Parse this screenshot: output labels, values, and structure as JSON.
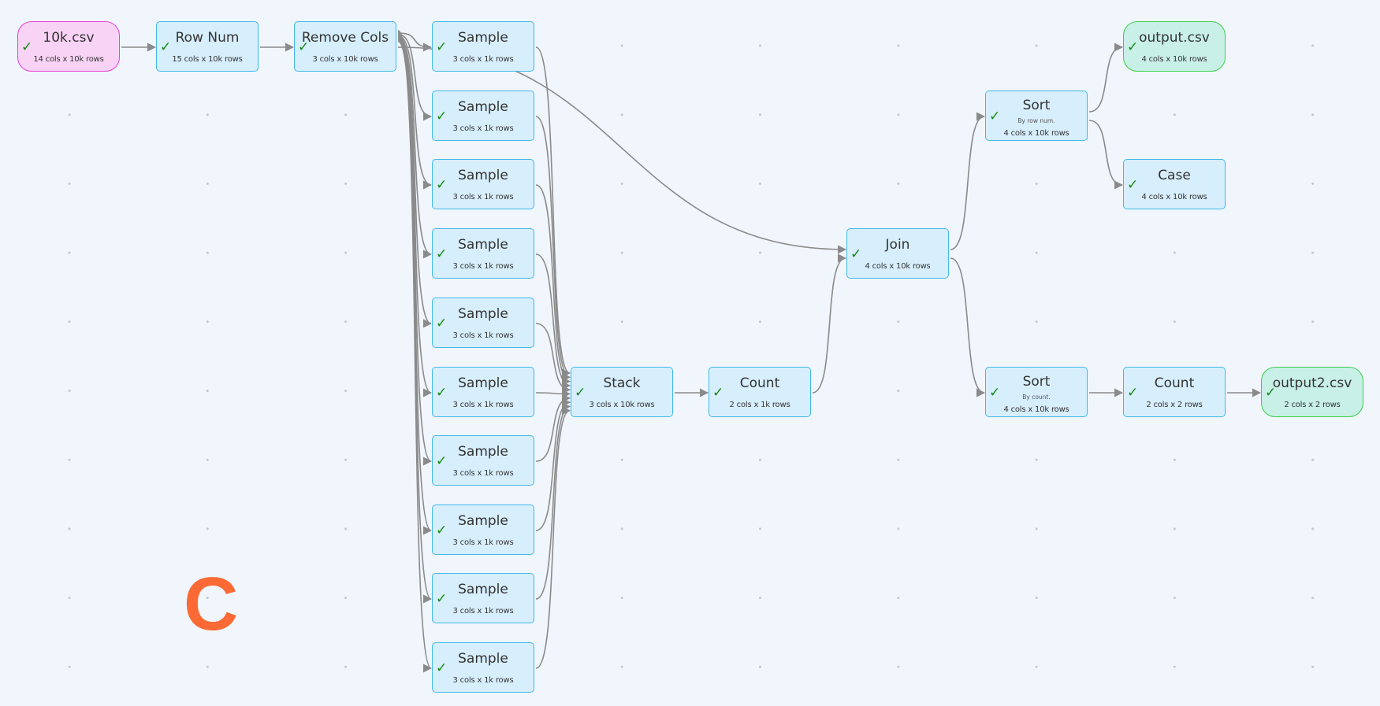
{
  "nodes": [
    {
      "id": "n_10k",
      "type": "input",
      "title": "10k.csv",
      "sub": "14 cols x 10k rows",
      "status": "check-icon",
      "col": 0,
      "row": 0
    },
    {
      "id": "n_rownum",
      "type": "transform",
      "title": "Row Num",
      "sub": "15 cols x 10k rows",
      "status": "check-icon",
      "col": 1,
      "row": 0
    },
    {
      "id": "n_remove",
      "type": "transform",
      "title": "Remove Cols",
      "sub": "3 cols x 10k rows",
      "status": "check-icon",
      "col": 2,
      "row": 0
    },
    {
      "id": "n_s1",
      "type": "transform",
      "title": "Sample",
      "sub": "3 cols x 1k rows",
      "status": "check-icon",
      "col": 3,
      "row": 0
    },
    {
      "id": "n_s2",
      "type": "transform",
      "title": "Sample",
      "sub": "3 cols x 1k rows",
      "status": "check-icon",
      "col": 3,
      "row": 1
    },
    {
      "id": "n_s3",
      "type": "transform",
      "title": "Sample",
      "sub": "3 cols x 1k rows",
      "status": "check-icon",
      "col": 3,
      "row": 2
    },
    {
      "id": "n_s4",
      "type": "transform",
      "title": "Sample",
      "sub": "3 cols x 1k rows",
      "status": "check-icon",
      "col": 3,
      "row": 3
    },
    {
      "id": "n_s5",
      "type": "transform",
      "title": "Sample",
      "sub": "3 cols x 1k rows",
      "status": "check-icon",
      "col": 3,
      "row": 4
    },
    {
      "id": "n_s6",
      "type": "transform",
      "title": "Sample",
      "sub": "3 cols x 1k rows",
      "status": "check-icon",
      "col": 3,
      "row": 5
    },
    {
      "id": "n_s7",
      "type": "transform",
      "title": "Sample",
      "sub": "3 cols x 1k rows",
      "status": "check-icon",
      "col": 3,
      "row": 6
    },
    {
      "id": "n_s8",
      "type": "transform",
      "title": "Sample",
      "sub": "3 cols x 1k rows",
      "status": "check-icon",
      "col": 3,
      "row": 7
    },
    {
      "id": "n_s9",
      "type": "transform",
      "title": "Sample",
      "sub": "3 cols x 1k rows",
      "status": "check-icon",
      "col": 3,
      "row": 8
    },
    {
      "id": "n_s10",
      "type": "transform",
      "title": "Sample",
      "sub": "3 cols x 1k rows",
      "status": "check-icon",
      "col": 3,
      "row": 9
    },
    {
      "id": "n_stack",
      "type": "transform",
      "title": "Stack",
      "sub": "3 cols x 10k rows",
      "status": "check-icon",
      "col": 4,
      "row": 5
    },
    {
      "id": "n_count1",
      "type": "transform",
      "title": "Count",
      "sub": "2 cols x 1k rows",
      "status": "check-icon",
      "col": 5,
      "row": 5
    },
    {
      "id": "n_join",
      "type": "transform",
      "title": "Join",
      "sub": "4 cols x 10k rows",
      "status": "check-icon",
      "col": 6,
      "row": 3
    },
    {
      "id": "n_sort1",
      "type": "transform",
      "title": "Sort",
      "desc": "By row num.",
      "sub": "4 cols x 10k rows",
      "status": "check-icon",
      "col": 7,
      "row": 1
    },
    {
      "id": "n_out1",
      "type": "output",
      "title": "output.csv",
      "sub": "4 cols x 10k rows",
      "status": "check-icon",
      "col": 8,
      "row": 0
    },
    {
      "id": "n_case",
      "type": "transform",
      "title": "Case",
      "sub": "4 cols x 10k rows",
      "status": "check-icon",
      "col": 8,
      "row": 2
    },
    {
      "id": "n_sort2",
      "type": "transform",
      "title": "Sort",
      "desc": "By count.",
      "sub": "4 cols x 10k rows",
      "status": "check-icon",
      "col": 7,
      "row": 5
    },
    {
      "id": "n_count2",
      "type": "transform",
      "title": "Count",
      "sub": "2 cols x 2 rows",
      "status": "check-icon",
      "col": 8,
      "row": 5
    },
    {
      "id": "n_out2",
      "type": "output",
      "title": "output2.csv",
      "sub": "2 cols x 2 rows",
      "status": "check-icon",
      "col": 9,
      "row": 5
    }
  ],
  "edges": [
    [
      "n_10k",
      "n_rownum"
    ],
    [
      "n_rownum",
      "n_remove"
    ],
    [
      "n_remove",
      "n_s1"
    ],
    [
      "n_remove",
      "n_s2"
    ],
    [
      "n_remove",
      "n_s3"
    ],
    [
      "n_remove",
      "n_s4"
    ],
    [
      "n_remove",
      "n_s5"
    ],
    [
      "n_remove",
      "n_s6"
    ],
    [
      "n_remove",
      "n_s7"
    ],
    [
      "n_remove",
      "n_s8"
    ],
    [
      "n_remove",
      "n_s9"
    ],
    [
      "n_remove",
      "n_s10"
    ],
    [
      "n_s1",
      "n_stack"
    ],
    [
      "n_s2",
      "n_stack"
    ],
    [
      "n_s3",
      "n_stack"
    ],
    [
      "n_s4",
      "n_stack"
    ],
    [
      "n_s5",
      "n_stack"
    ],
    [
      "n_s6",
      "n_stack"
    ],
    [
      "n_s7",
      "n_stack"
    ],
    [
      "n_s8",
      "n_stack"
    ],
    [
      "n_s9",
      "n_stack"
    ],
    [
      "n_s10",
      "n_stack"
    ],
    [
      "n_stack",
      "n_count1"
    ],
    [
      "n_remove",
      "n_join"
    ],
    [
      "n_count1",
      "n_join"
    ],
    [
      "n_join",
      "n_sort1"
    ],
    [
      "n_join",
      "n_sort2"
    ],
    [
      "n_sort1",
      "n_out1"
    ],
    [
      "n_sort1",
      "n_case"
    ],
    [
      "n_sort2",
      "n_count2"
    ],
    [
      "n_count2",
      "n_out2"
    ]
  ],
  "colors": {
    "edge": "#8a8a8a",
    "check": "#138a13",
    "logo": "#fb6a35"
  },
  "logo": {
    "text": "C"
  }
}
